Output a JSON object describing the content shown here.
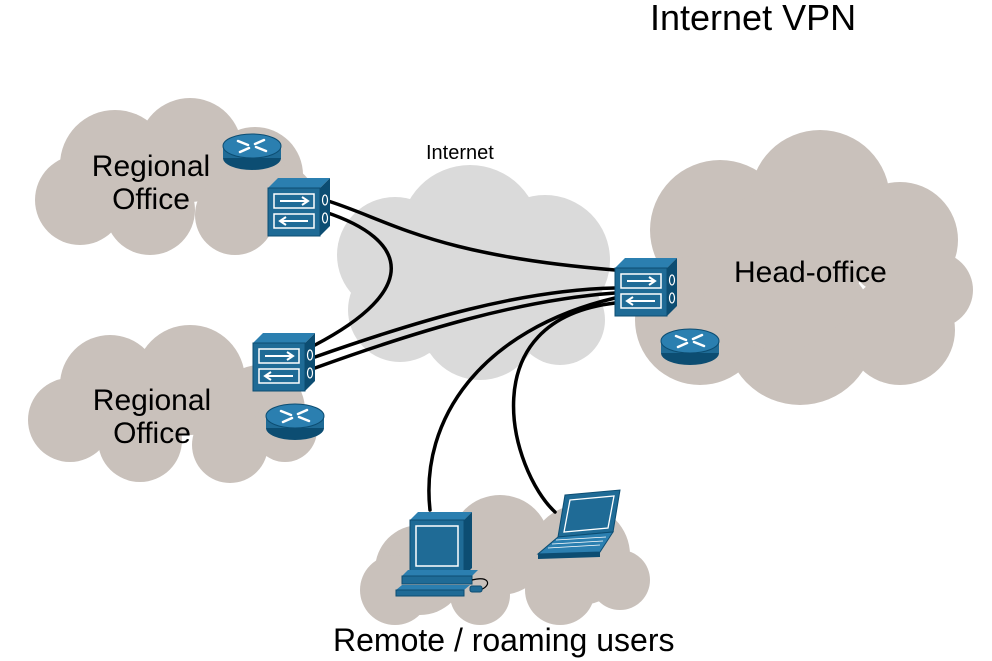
{
  "title": "Internet VPN",
  "labels": {
    "internet": "Internet",
    "regional_office_1": [
      "Regional",
      "Office"
    ],
    "regional_office_2": [
      "Regional",
      "Office"
    ],
    "head_office": "Head-office",
    "remote_users": "Remote / roaming users"
  },
  "colors": {
    "site_cloud": "#c9c1bb",
    "internet_cloud": "#dadada",
    "device_fill": "#1f6b96",
    "device_dark": "#0c4d72",
    "link": "#000000"
  },
  "icons": [
    "router-icon",
    "vpn-firewall-icon",
    "desktop-computer-icon",
    "laptop-icon",
    "cloud-icon"
  ]
}
